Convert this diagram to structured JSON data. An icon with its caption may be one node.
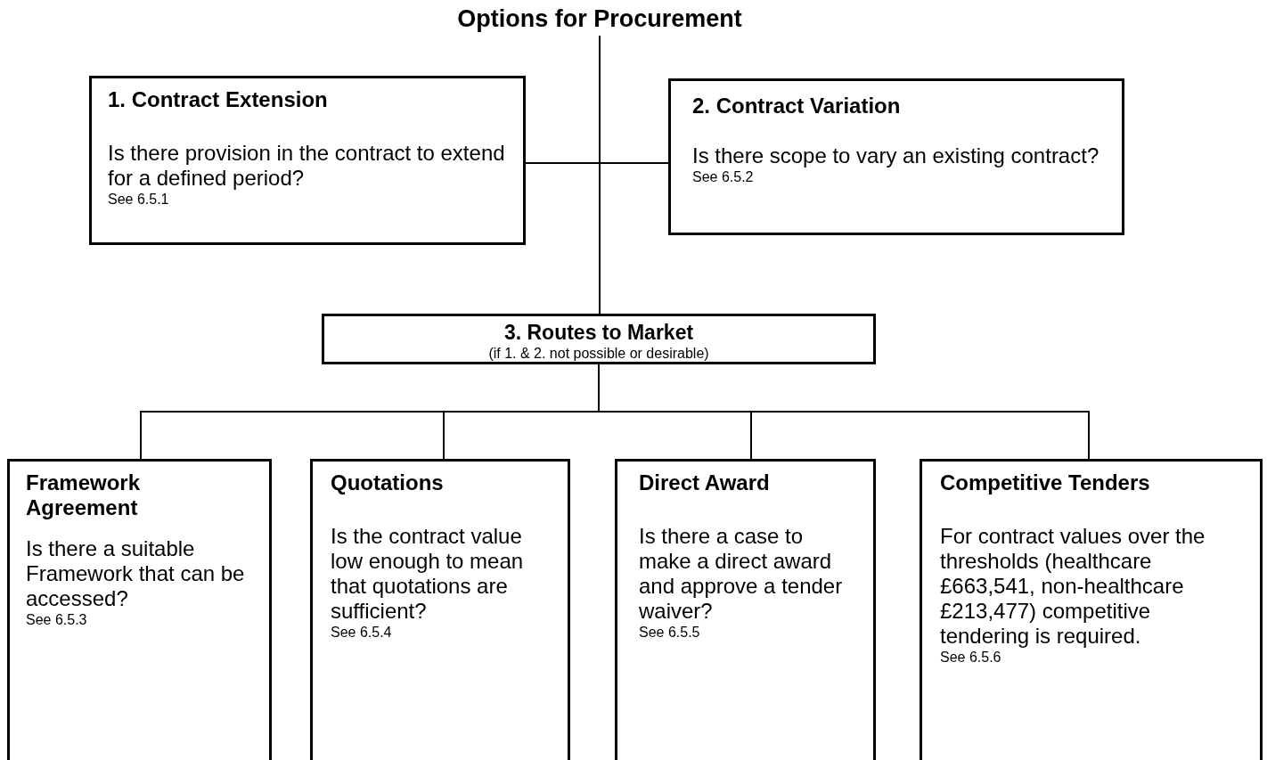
{
  "diagram": {
    "nodes": [
      {
        "text": [
          "Options for Procurement"
        ]
      },
      {
        "text": [
          "1. Contract Extension",
          "Is there provision in the contract to extend for a defined period?",
          "See 6.5.1"
        ]
      },
      {
        "text": [
          "2. Contract Variation",
          "Is there scope to vary an existing contract?",
          "See 6.5.2"
        ]
      },
      {
        "text": [
          "3. Routes to Market",
          "(if 1. & 2. not possible or desirable)"
        ]
      },
      {
        "text": [
          "Framework Agreement",
          "Is there a suitable Framework that can be accessed?",
          "See 6.5.3"
        ]
      },
      {
        "text": [
          "Quotations",
          "Is the contract value low enough to mean that quotations are sufficient?",
          "See 6.5.4"
        ]
      },
      {
        "text": [
          "Direct Award",
          "Is there a case to make a direct award and approve a tender waiver?",
          "See 6.5.5"
        ]
      },
      {
        "text": [
          "Competitive Tenders",
          "For contract values over the thresholds (healthcare £663,541, non-healthcare £213,477) competitive tendering is required.",
          "See 6.5.6"
        ]
      }
    ],
    "edges": [
      {
        "from": 0,
        "to": 3,
        "arrow": "none"
      },
      {
        "from": 1,
        "to": 2,
        "arrow": "none"
      },
      {
        "from": 3,
        "to": 4,
        "arrow": "none"
      },
      {
        "from": 3,
        "to": 5,
        "arrow": "none"
      },
      {
        "from": 3,
        "to": 6,
        "arrow": "none"
      },
      {
        "from": 3,
        "to": 7,
        "arrow": "none"
      }
    ]
  }
}
